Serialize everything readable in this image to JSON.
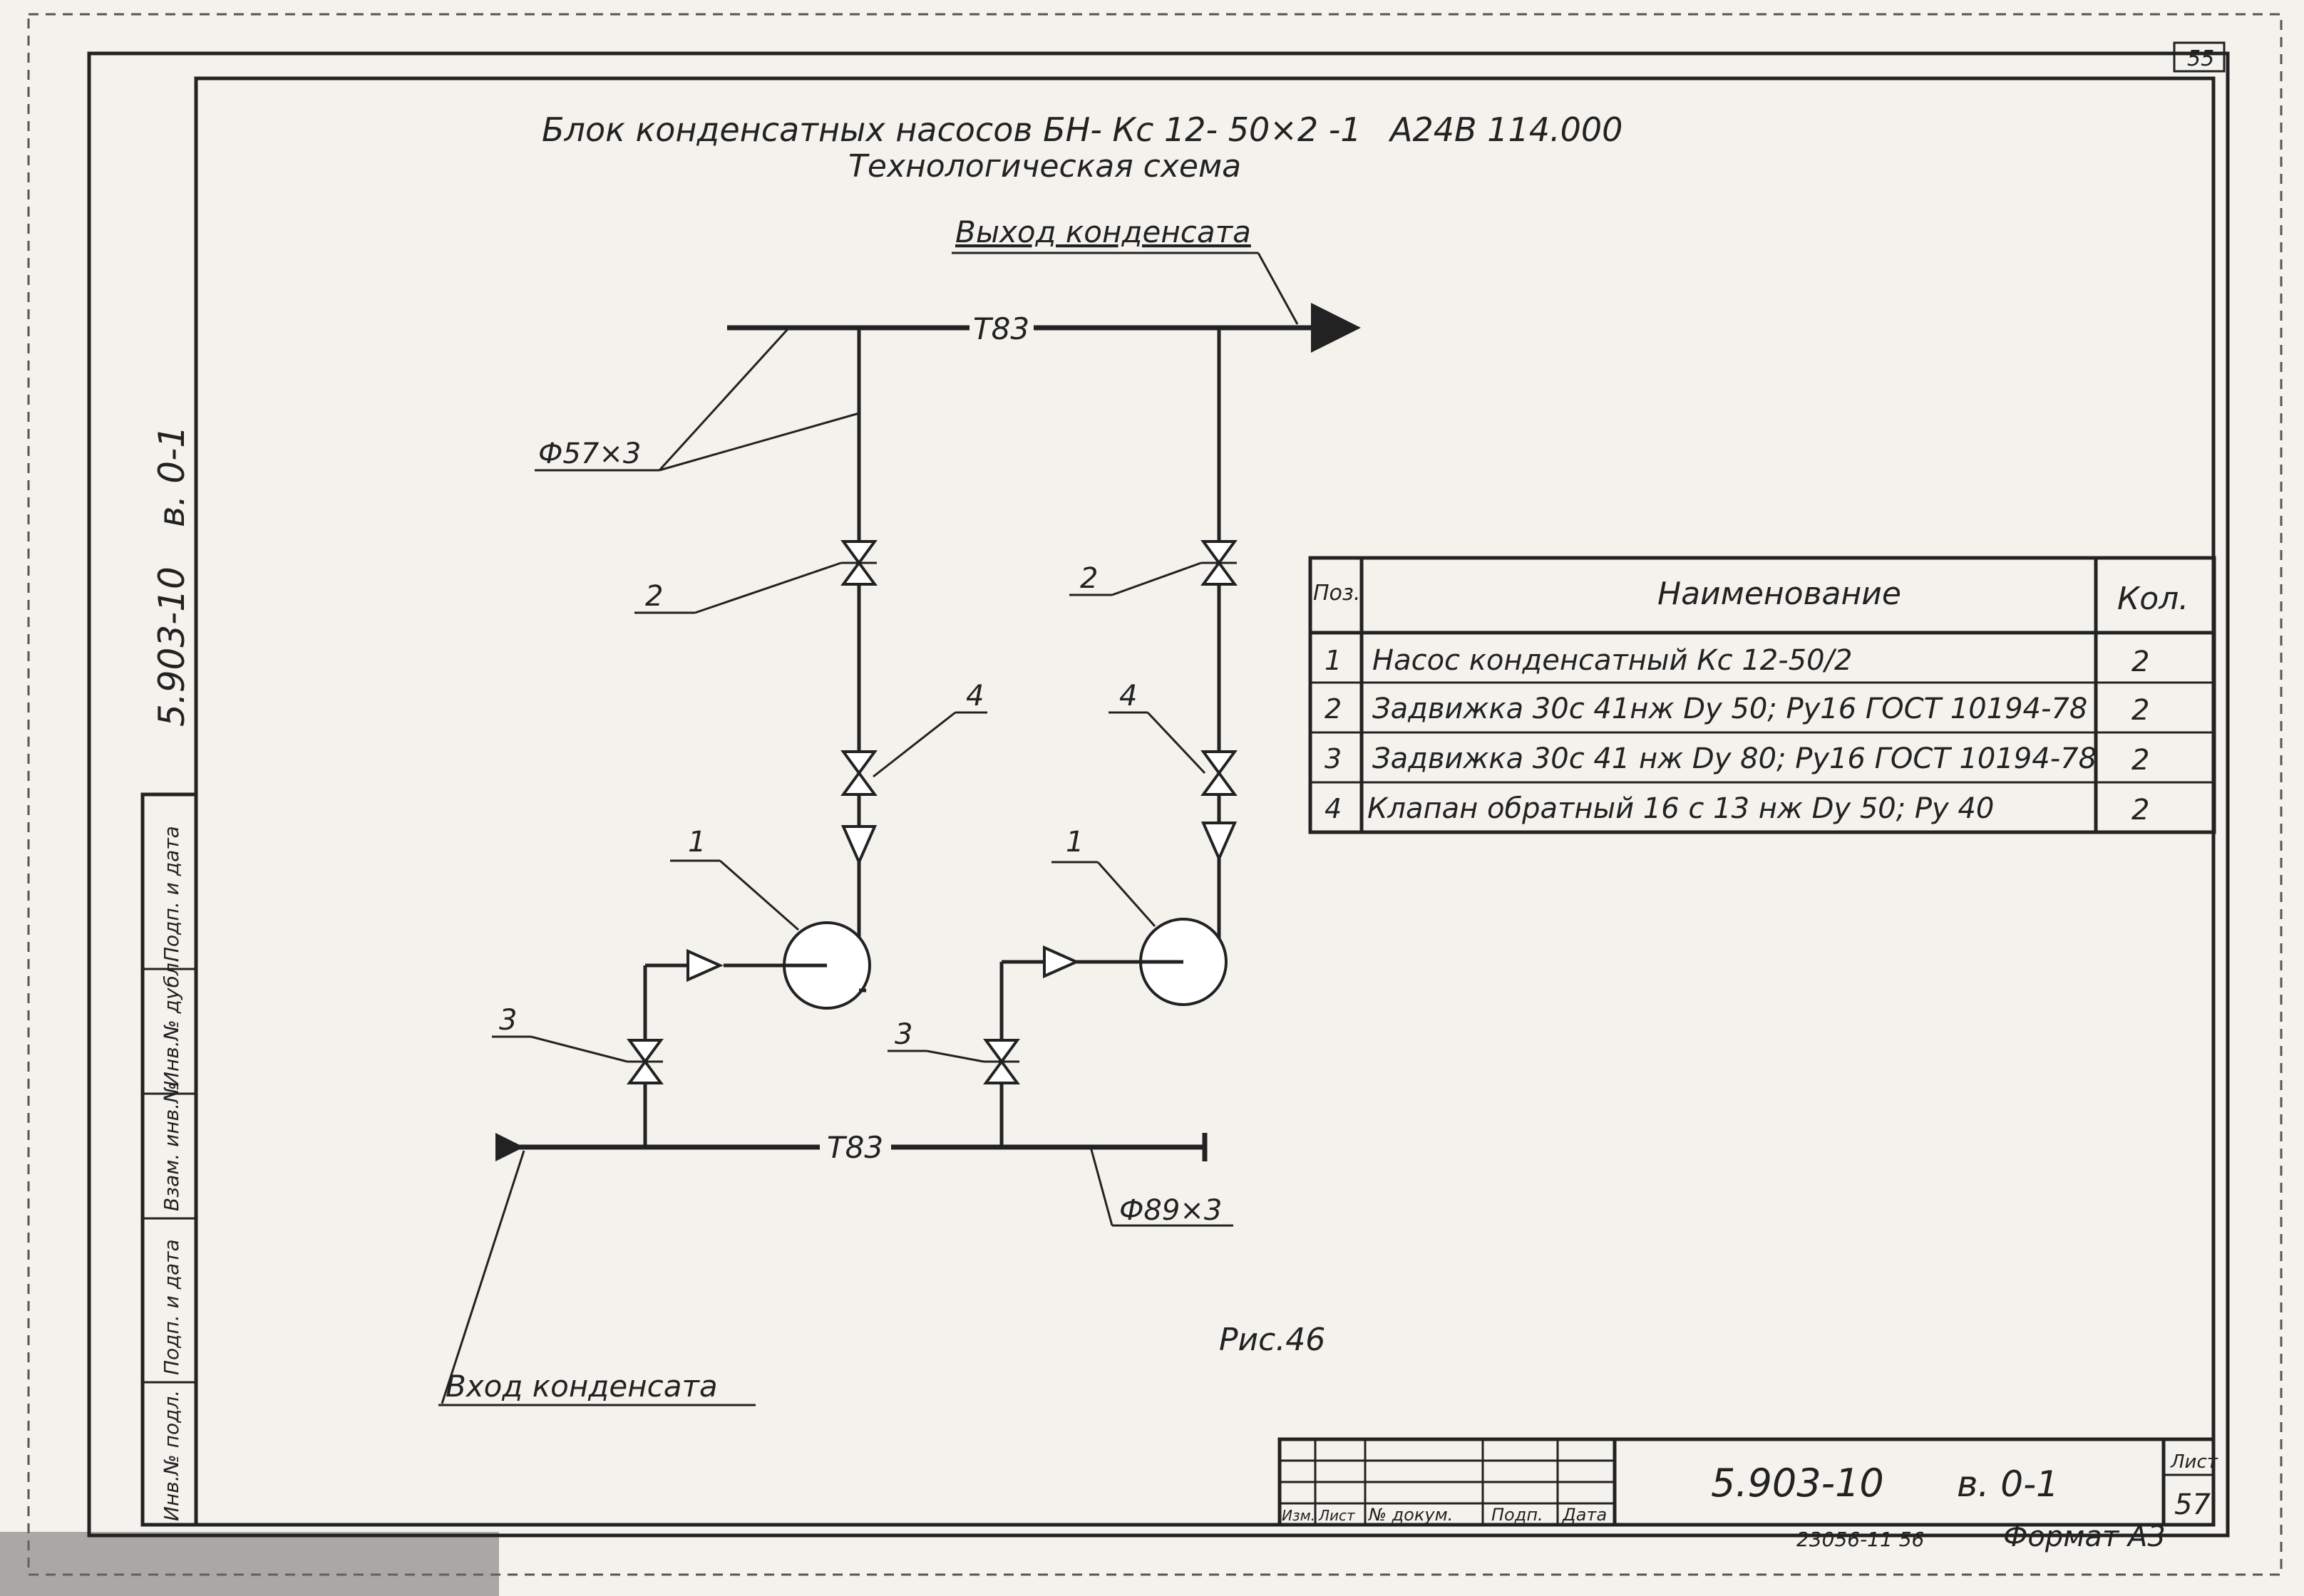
{
  "sheet": {
    "title_line1": "Блок  конденсатных насосов БН- Кс  12- 50×2 -1",
    "doc_code": "А24В 114.000",
    "title_line2": "Технологическая  схема",
    "figure_caption": "Рис.46",
    "corner_page": "55"
  },
  "diagram": {
    "outlet_label": "Выход конденсата",
    "inlet_label": "Вход конденсата",
    "top_line_label": "Т83",
    "bottom_line_label": "Т83",
    "pipe_top_spec": "Ф57×3",
    "pipe_bottom_spec": "Ф89×3",
    "callouts": {
      "pump_left": "1",
      "pump_right": "1",
      "valve2_left": "2",
      "valve2_right": "2",
      "valve3_left": "3",
      "valve3_right": "3",
      "check4_left": "4",
      "check4_right": "4"
    }
  },
  "spec_table": {
    "headers": {
      "pos": "Поз.",
      "name": "Наименование",
      "qty": "Кол."
    },
    "rows": [
      {
        "pos": "1",
        "name": "Насос конденсатный  Кс  12-50/2",
        "qty": "2"
      },
      {
        "pos": "2",
        "name": "Задвижка 30с 41нж Dу 50; Ру16 ГОСТ 10194-78",
        "qty": "2"
      },
      {
        "pos": "3",
        "name": "Задвижка 30с 41 нж Dу 80; Ру16 ГОСТ 10194-78",
        "qty": "2"
      },
      {
        "pos": "4",
        "name": "Клапан обратный 16 с 13 нж Dу 50; Ру 40",
        "qty": "2"
      }
    ]
  },
  "left_margin": {
    "code": "5.903-10",
    "issue": "в. 0-1",
    "stamp_cells": [
      "Инв.№ подл.",
      "Подп. и дата",
      "Взам. инв.№",
      "Инв.№ дубл.",
      "Подп. и дата"
    ]
  },
  "title_block": {
    "code": "5.903-10",
    "issue": "в. 0-1",
    "sheet_label": "Лист",
    "sheet_number": "57",
    "columns": [
      "Изм.",
      "Лист",
      "№ докум.",
      "Подп.",
      "Дата"
    ],
    "inventory": "23056-11  56",
    "format": "Формат А3"
  }
}
